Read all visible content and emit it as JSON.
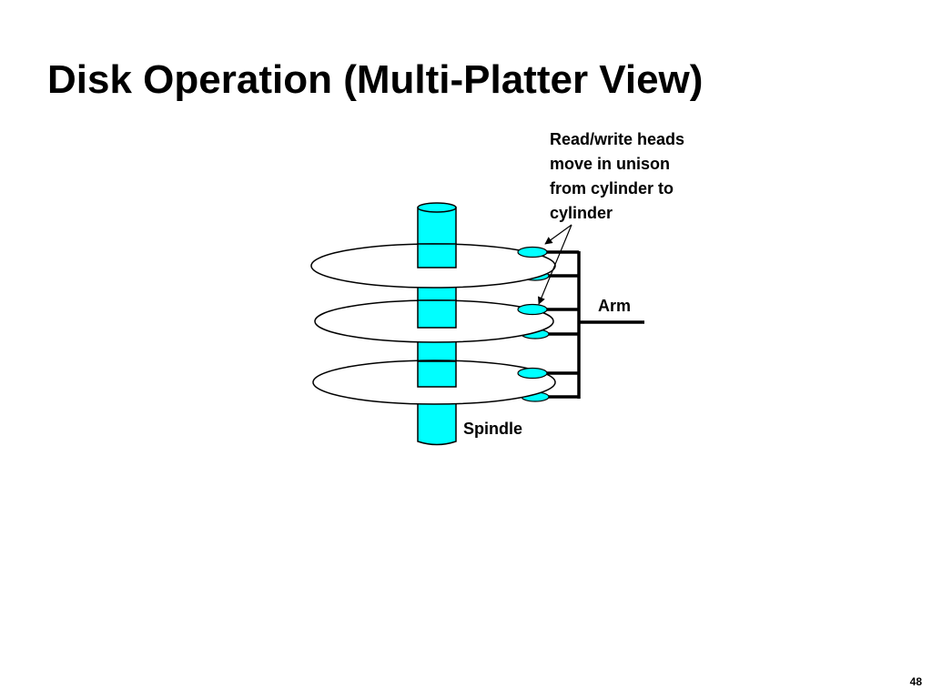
{
  "slide": {
    "title": "Disk Operation (Multi-Platter View)",
    "page_number": "48"
  },
  "diagram": {
    "labels": {
      "heads": [
        "Read/write heads",
        "move in unison",
        "from cylinder to",
        "cylinder"
      ],
      "arm": "Arm",
      "spindle": "Spindle"
    },
    "platter_count": 3,
    "head_count": 6,
    "colors": {
      "spindle_fill": "#00ffff",
      "head_fill": "#00ffff",
      "platter_fill": "#ffffff",
      "outline": "#000000"
    }
  }
}
